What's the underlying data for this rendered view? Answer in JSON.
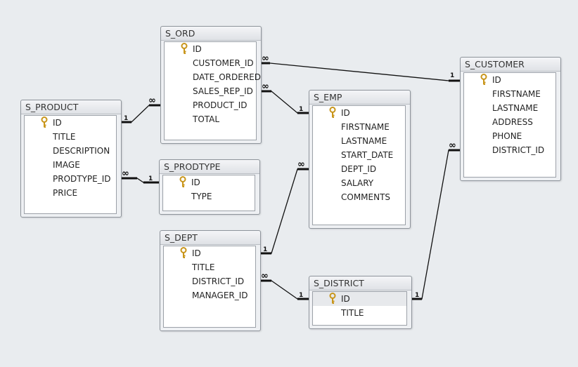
{
  "tables": [
    {
      "name": "S_PRODUCT",
      "fields": [
        {
          "name": "ID",
          "primary_key": true
        },
        {
          "name": "TITLE"
        },
        {
          "name": "DESCRIPTION"
        },
        {
          "name": "IMAGE"
        },
        {
          "name": "PRODTYPE_ID"
        },
        {
          "name": "PRICE"
        }
      ]
    },
    {
      "name": "S_ORD",
      "fields": [
        {
          "name": "ID",
          "primary_key": true
        },
        {
          "name": "CUSTOMER_ID"
        },
        {
          "name": "DATE_ORDERED"
        },
        {
          "name": "SALES_REP_ID"
        },
        {
          "name": "PRODUCT_ID"
        },
        {
          "name": "TOTAL"
        }
      ]
    },
    {
      "name": "S_PRODTYPE",
      "fields": [
        {
          "name": "ID",
          "primary_key": true
        },
        {
          "name": "TYPE"
        }
      ]
    },
    {
      "name": "S_DEPT",
      "fields": [
        {
          "name": "ID",
          "primary_key": true
        },
        {
          "name": "TITLE"
        },
        {
          "name": "DISTRICT_ID"
        },
        {
          "name": "MANAGER_ID"
        }
      ]
    },
    {
      "name": "S_EMP",
      "fields": [
        {
          "name": "ID",
          "primary_key": true
        },
        {
          "name": "FIRSTNAME"
        },
        {
          "name": "LASTNAME"
        },
        {
          "name": "START_DATE"
        },
        {
          "name": "DEPT_ID"
        },
        {
          "name": "SALARY"
        },
        {
          "name": "COMMENTS"
        }
      ]
    },
    {
      "name": "S_DISTRICT",
      "fields": [
        {
          "name": "ID",
          "primary_key": true
        },
        {
          "name": "TITLE"
        }
      ]
    },
    {
      "name": "S_CUSTOMER",
      "fields": [
        {
          "name": "ID",
          "primary_key": true
        },
        {
          "name": "FIRSTNAME"
        },
        {
          "name": "LASTNAME"
        },
        {
          "name": "ADDRESS"
        },
        {
          "name": "PHONE"
        },
        {
          "name": "DISTRICT_ID"
        }
      ]
    }
  ],
  "relationships": [
    {
      "one": "S_PRODUCT.ID",
      "many": "S_ORD.PRODUCT_ID",
      "one_label": "1",
      "many_label": "∞"
    },
    {
      "one": "S_PRODTYPE.ID",
      "many": "S_PRODUCT.PRODTYPE_ID",
      "one_label": "1",
      "many_label": "∞"
    },
    {
      "one": "S_CUSTOMER.ID",
      "many": "S_ORD.CUSTOMER_ID",
      "one_label": "1",
      "many_label": "∞"
    },
    {
      "one": "S_EMP.ID",
      "many": "S_ORD.SALES_REP_ID",
      "one_label": "1",
      "many_label": "∞"
    },
    {
      "one": "S_DEPT.ID",
      "many": "S_EMP.DEPT_ID",
      "one_label": "1",
      "many_label": "∞"
    },
    {
      "one": "S_DISTRICT.ID",
      "many": "S_DEPT.DISTRICT_ID",
      "one_label": "1",
      "many_label": "∞"
    },
    {
      "one": "S_DISTRICT.ID",
      "many": "S_CUSTOMER.DISTRICT_ID",
      "one_label": "1",
      "many_label": "∞"
    }
  ],
  "colors": {
    "background": "#e9ecef",
    "line": "#111111",
    "key": "#d6a21c"
  }
}
